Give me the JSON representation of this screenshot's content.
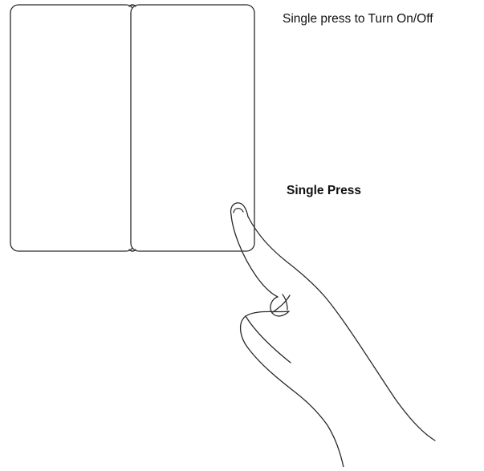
{
  "instruction": {
    "title": "Single press to Turn On/Off",
    "action_label": "Single Press"
  },
  "switch": {
    "gang_count": 2
  },
  "icons": {
    "hand": "pointing-hand-icon"
  }
}
